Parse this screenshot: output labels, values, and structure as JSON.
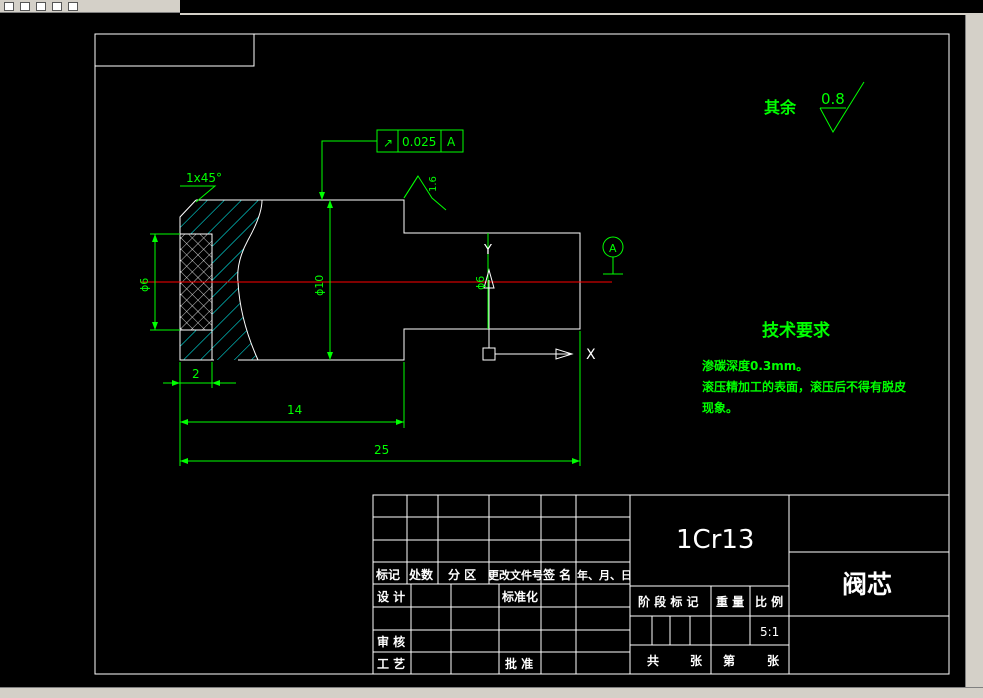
{
  "drawing": {
    "surface_finish_note": "其余",
    "surface_finish_value": "0.8",
    "gdt_symbol": "↗",
    "gdt_tolerance": "0.025",
    "gdt_datum": "A",
    "chamfer": "1x45°",
    "local_roughness": "1.6",
    "dia_small_label": "ϕ6",
    "dia_large_label": "ϕ10",
    "dia_right_label": "ϕ6",
    "datum_label": "A",
    "dim_2": "2",
    "dim_14": "14",
    "dim_25": "25",
    "axis_x": "X",
    "axis_y": "Y",
    "tech_title": "技术要求",
    "tech_line1": "渗碳深度0.3mm。",
    "tech_line2": "滚压精加工的表面，滚压后不得有脱皮",
    "tech_line3": "现象。"
  },
  "title_block": {
    "material": "1Cr13",
    "part_name": "阀芯",
    "h_mark": "标记",
    "h_count": "处数",
    "h_zone": "分 区",
    "h_docno": "更改文件号",
    "h_sign": "签 名",
    "h_date": "年、月、日",
    "design": "设 计",
    "standard": "标准化",
    "review": "审 核",
    "process": "工 艺",
    "approve": "批 准",
    "stage": "阶 段 标 记",
    "weight": "重 量",
    "scale_label": "比 例",
    "scale": "5:1",
    "total": "共",
    "sheets": "张",
    "sheet_no": "第",
    "sheets2": "张"
  },
  "colors": {
    "green": "#00ff00",
    "white": "#ffffff",
    "red": "#ff0000",
    "cyan": "#00ffff"
  }
}
